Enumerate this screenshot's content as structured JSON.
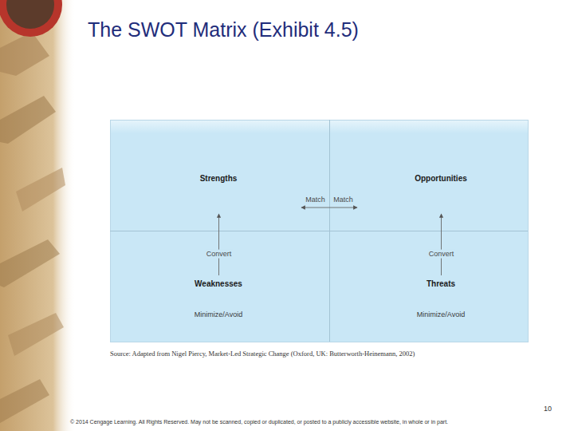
{
  "diagram": {
    "title": "The SWOT Matrix (Exhibit 4.5)",
    "caption": "Source: Adapted from Nigel Piercy, Market-Led Strategic Change (Oxford, UK: Butterworth-Heinemann, 2002)",
    "nodes": [
      {
        "text": [
          "Strengths"
        ]
      },
      {
        "text": [
          "Opportunities"
        ]
      },
      {
        "text": [
          "Weaknesses",
          "Minimize/Avoid"
        ]
      },
      {
        "text": [
          "Threats",
          "Minimize/Avoid"
        ]
      }
    ],
    "edges": [
      {
        "from": 1,
        "to": 0,
        "label": "Match",
        "arrow": "to"
      },
      {
        "from": 0,
        "to": 1,
        "label": "Match",
        "arrow": "to"
      },
      {
        "from": 2,
        "to": 0,
        "label": "Convert",
        "arrow": "to"
      },
      {
        "from": 3,
        "to": 1,
        "label": "Convert",
        "arrow": "to"
      }
    ],
    "labels": [
      "10",
      "© 2014 Cengage Learning. All Rights Reserved. May not be scanned, copied or duplicated, or posted to a publicly accessible website, in whole or in part."
    ]
  }
}
